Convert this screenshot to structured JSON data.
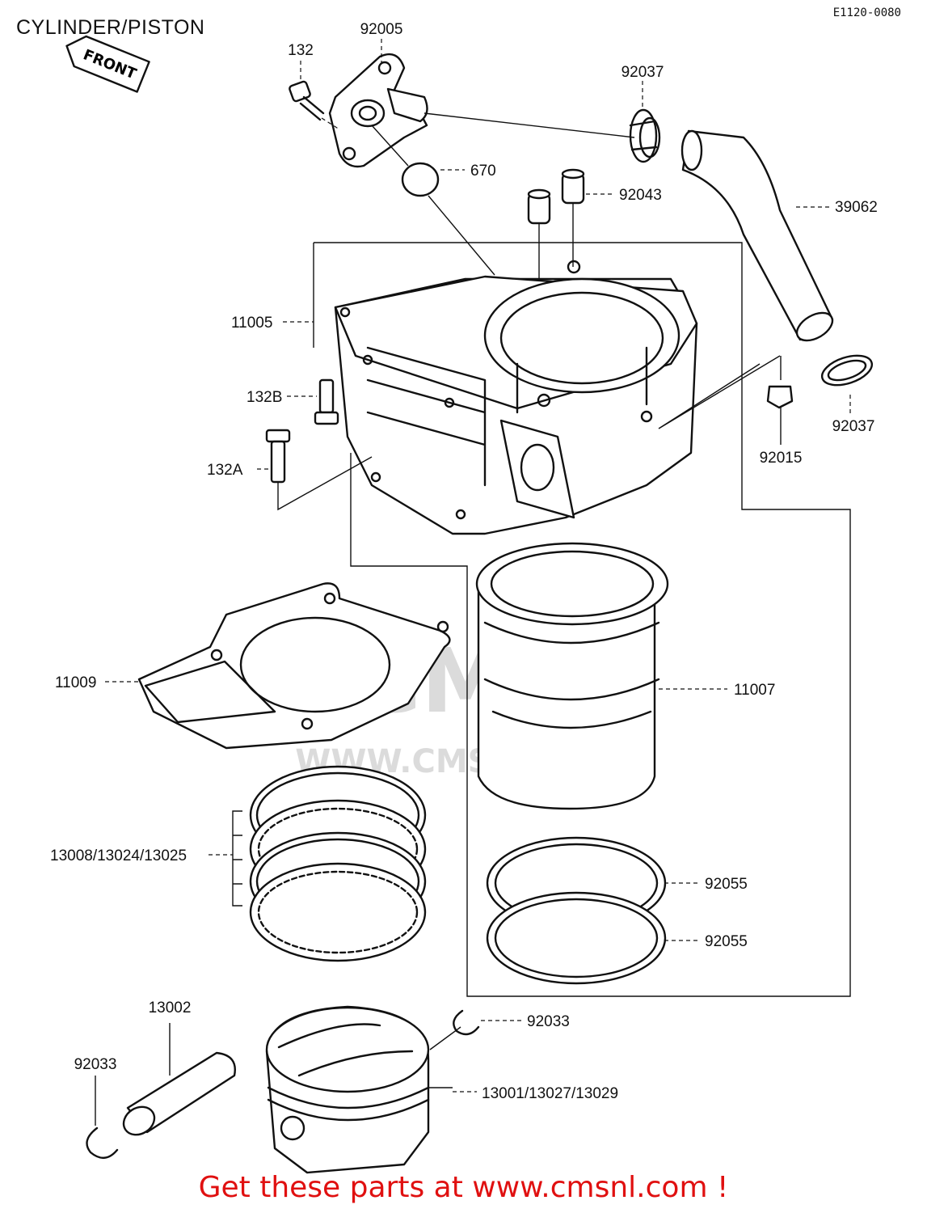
{
  "page": {
    "title": "CYLINDER/PISTON",
    "diagram_code": "E1120-0080",
    "front_tag": "FRONT",
    "watermark": "WWW.CMSNL.COM",
    "watermark_logo": "CMS",
    "cta": "Get these parts at www.cmsnl.com !"
  },
  "parts": {
    "p92005": "92005",
    "p132": "132",
    "p92037a": "92037",
    "p670": "670",
    "p92043": "92043",
    "p39062": "39062",
    "p11005": "11005",
    "p132b": "132B",
    "p132a": "132A",
    "p92015": "92015",
    "p92037b": "92037",
    "p11009": "11009",
    "p11007": "11007",
    "p_rings": "13008/13024/13025",
    "p92055a": "92055",
    "p92055b": "92055",
    "p13002": "13002",
    "p92033a": "92033",
    "p92033b": "92033",
    "p_piston": "13001/13027/13029"
  }
}
